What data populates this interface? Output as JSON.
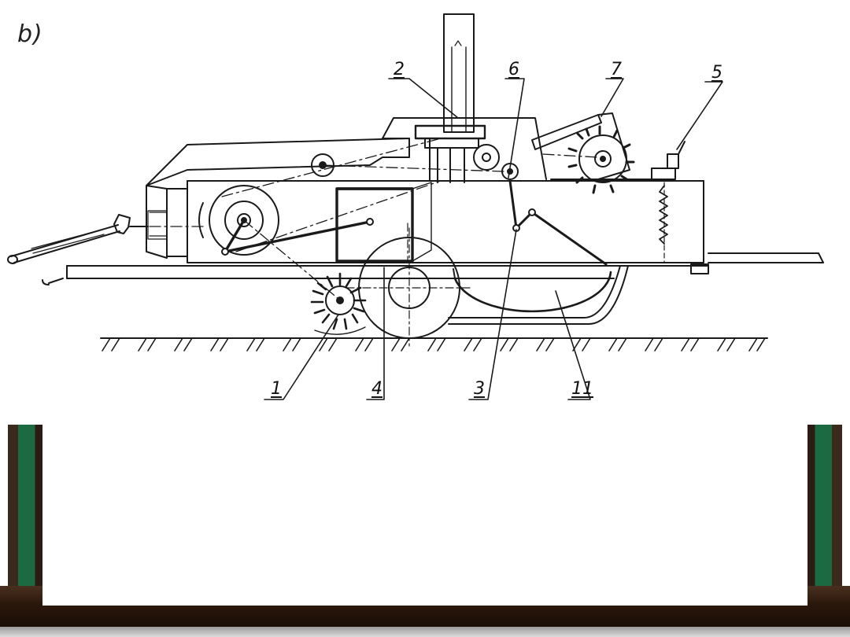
{
  "figure": {
    "label": "b)",
    "callouts": [
      {
        "id": "2",
        "text": "2"
      },
      {
        "id": "6",
        "text": "6"
      },
      {
        "id": "7",
        "text": "7"
      },
      {
        "id": "5",
        "text": "5"
      },
      {
        "id": "1",
        "text": "1"
      },
      {
        "id": "4",
        "text": "4"
      },
      {
        "id": "3",
        "text": "3"
      },
      {
        "id": "11",
        "text": "11"
      }
    ]
  },
  "colors": {
    "line": "#1a1a1a",
    "frame_wood": "#2a170b",
    "frame_green": "#1c6a42",
    "panel": "#ffffff"
  }
}
